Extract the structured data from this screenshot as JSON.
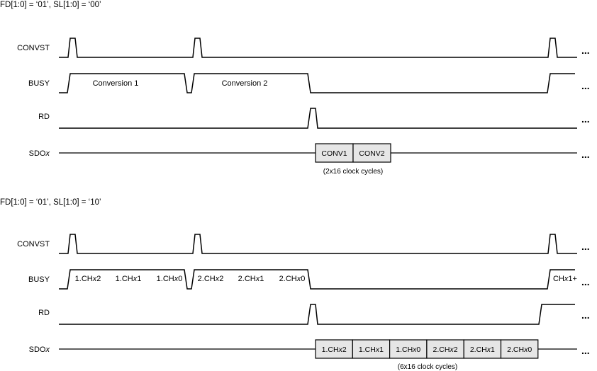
{
  "panels": [
    {
      "title": "FD[1:0] = ‘01’, SL[1:0] = ‘00’",
      "signals": {
        "convst": "CONVST",
        "busy": "BUSY",
        "rd": "RD",
        "sdo_prefix": "SDO",
        "sdo_suffix": "x"
      },
      "busy_phases": [
        {
          "segments": [
            [
              "Conversion 1",
              ""
            ]
          ]
        },
        {
          "segments": [
            [
              "Conversion 2",
              ""
            ]
          ]
        }
      ],
      "busy_tail": "",
      "sdo_cells": [
        "CONV1",
        "CONV2"
      ],
      "sdo_note": "(2x16 clock cycles)",
      "continuation": "..."
    },
    {
      "title": "FD[1:0] = ‘01’, SL[1:0] = ‘10’",
      "signals": {
        "convst": "CONVST",
        "busy": "BUSY",
        "rd": "RD",
        "sdo_prefix": "SDO",
        "sdo_suffix": "x"
      },
      "busy_phases": [
        {
          "segments": [
            [
              "1.CH",
              "x",
              "2"
            ],
            [
              "1.CH",
              "x",
              "1"
            ],
            [
              "1.CH",
              "x",
              "0"
            ]
          ]
        },
        {
          "segments": [
            [
              "2.CH",
              "x",
              "2"
            ],
            [
              "2.CH",
              "x",
              "1"
            ],
            [
              "2.CH",
              "x",
              "0"
            ]
          ]
        }
      ],
      "busy_tail": [
        "CH",
        "x",
        "1+"
      ],
      "sdo_cells": [
        "1.CHx2",
        "1.CHx1",
        "1.CHx0",
        "2.CHx2",
        "2.CHx1",
        "2.CHx0"
      ],
      "sdo_note": "(6x16 clock cycles)",
      "continuation": "..."
    }
  ]
}
